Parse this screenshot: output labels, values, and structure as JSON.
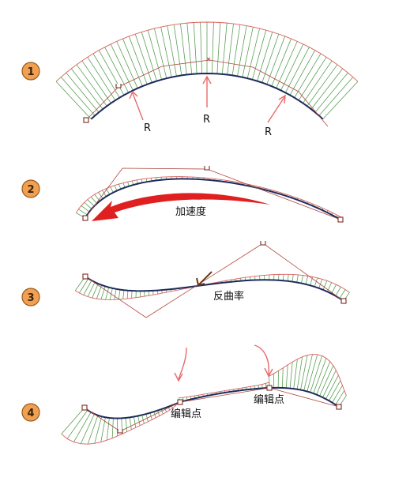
{
  "colors": {
    "comb": "#4f9a4a",
    "envelope": "#d9605f",
    "curve": "#1d2b5a",
    "badge": "#f0a050",
    "arrow": "#e02020",
    "pointer": "#e86a6a"
  },
  "steps": [
    {
      "number": "1",
      "labels": [
        "R",
        "R",
        "R"
      ]
    },
    {
      "number": "2",
      "labels": [
        "加速度"
      ]
    },
    {
      "number": "3",
      "labels": [
        "反曲率"
      ]
    },
    {
      "number": "4",
      "labels": [
        "编辑点",
        "编辑点"
      ]
    }
  ]
}
